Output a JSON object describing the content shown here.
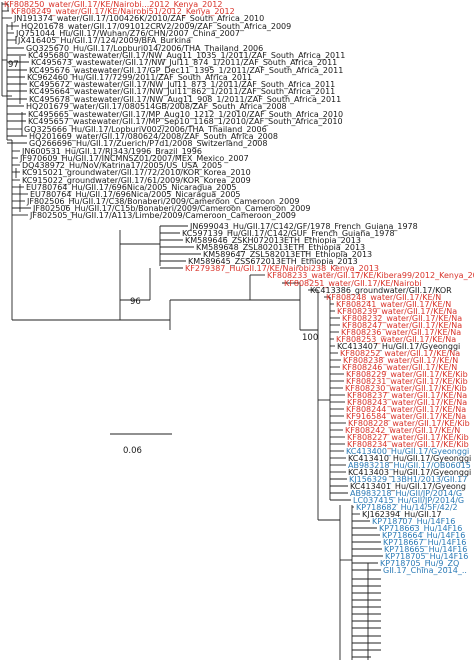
{
  "colors": {
    "black": "#1a1a1a",
    "red": "#d9342b",
    "blue": "#2c7bb6",
    "line": "#222222"
  },
  "bootstrap": [
    "97",
    "96",
    "100"
  ],
  "scale": {
    "label": "0.06"
  },
  "leaves": [
    {
      "label": "KF808250_water/GII.17/KE/Nairobi...2012_Kenya_2012",
      "color": "red"
    },
    {
      "label": "KF808249_water/GII.17/KE/Nairobi51/2012_Kenya_2012",
      "color": "red"
    },
    {
      "label": "JN191374_water/GII.17/100426K/2010/ZAF_South_Africa_2010",
      "color": "black"
    },
    {
      "label": "HQ201678_water/GII.17/091012CRV2/2009/ZAF_South_Africa_2009",
      "color": "black"
    },
    {
      "label": "JQ751044_Hu/GII.17/Wuhan/Z76/CHN/2007_China_2007",
      "color": "black"
    },
    {
      "label": "JX416405_Hu/GII.17/124/2009/BFA_Burkina",
      "color": "black"
    },
    {
      "label": "GQ325670_Hu/GII.17/Lopburi014/2006/THA_Thailand_2006",
      "color": "black"
    },
    {
      "label": "KC495680_wastewater/GII.17/NW_Aug11_1035_1/2011/ZAF_South_Africa_2011",
      "color": "black"
    },
    {
      "label": "KC495673_wastewater/GII.17/NW_Jul11_874_1/2011/ZAF_South_Africa_2011",
      "color": "black"
    },
    {
      "label": "KC495676_wastewater/GII.17/GP_Dec11_1395_1/2011/ZAF_South_Africa_2011",
      "color": "black"
    },
    {
      "label": "KC962460_Hu/GII.17/7299/2011/ZAF_South_Africa_2011",
      "color": "black"
    },
    {
      "label": "KC495672_wastewater/GII.17/NW_Jul11_873_1/2011/ZAF_South_Africa_2011",
      "color": "black"
    },
    {
      "label": "KC495664_wastewater/GII.17/NW_Jul11_862_1/2011/ZAF_South_Africa_2011",
      "color": "black"
    },
    {
      "label": "KC495678_wastewater/GII.17/NW_Aug11_908_1/2011/ZAF_South_Africa_2011",
      "color": "black"
    },
    {
      "label": "HQ201679_water/GII.17/080514GB/2008/ZAF_South_Africa_2008",
      "color": "black"
    },
    {
      "label": "KC495665_wastewater/GII.17/MP_Aug10_1212_1/2010/ZAF_South_Africa_2010",
      "color": "black"
    },
    {
      "label": "KC495657_wastewater/GII.17/MP_Sep10_1168_1/2010/ZAF_South_Africa_2010",
      "color": "black"
    },
    {
      "label": "GQ325666_Hu/GII.17/LopburiV002/2006/THA_Thailand_2006",
      "color": "black"
    },
    {
      "label": "HQ201669_water/GII.17/080624/2008/ZAF_South_Africa_2008",
      "color": "black"
    },
    {
      "label": "GQ266696_Hu/GII.17/Zuerich/P7d1/2008_Switzerland_2008",
      "color": "black"
    },
    {
      "label": "JN600531_Hu/GII.17/RJ343/1996_Brazil_1996",
      "color": "black"
    },
    {
      "label": "JF970609_Hu/GII.17/INCMNSZ01/2007/MEX_Mexico_2007",
      "color": "black"
    },
    {
      "label": "DQ438972_Hu/NoV/Katrina17/2005/US_USA_2005",
      "color": "black"
    },
    {
      "label": "KC915021_groundwater/GII.17/72/2010/KOR_Korea_2010",
      "color": "black"
    },
    {
      "label": "KC915022_groundwater/GII.17/61/2009/KOR_Korea_2009",
      "color": "black"
    },
    {
      "label": "EU780764_Hu/GII.17/696Nica/2005_Nicaragua_2005",
      "color": "black"
    },
    {
      "label": "EU780764_Hu/GII.17/696Nica/2005_Nicaragua_2005",
      "color": "black"
    },
    {
      "label": "JF802506_Hu/GII.17/C38/Bonaberi/2009/Cameroon_Cameroon_2009",
      "color": "black"
    },
    {
      "label": "JF802506_Hu/GII.17/C15b/Bonaberi/2009/Cameroon_Cameroon_2009",
      "color": "black"
    },
    {
      "label": "JF802505_Hu/GII.17/A113/Limbe/2009/Cameroon_Cameroon_2009",
      "color": "black"
    },
    {
      "label": "JN699043_Hu/GII.17/C142/GF/1978_French_Guiana_1978",
      "color": "black"
    },
    {
      "label": "KC597139_Hu/GII.17/C142/GUF_French_Guiana_1978",
      "color": "black"
    },
    {
      "label": "KM589646_ZSKH072013ETH_Ethiopia_2013",
      "color": "black"
    },
    {
      "label": "KM589648_ZSL802013ETH_Ethiopia_2013",
      "color": "black"
    },
    {
      "label": "KM589647_ZSL582013ETH_Ethiopia_2013",
      "color": "black"
    },
    {
      "label": "KM589645_ZSS672013ETH_Ethiopia_2013",
      "color": "black"
    },
    {
      "label": "KF279387_Hu/GII.17/KE/Nairobi238_Kenya_2013",
      "color": "red"
    },
    {
      "label": "KF808233_water/GII.17/KE/Kibera99/2012_Kenya_2012",
      "color": "red"
    },
    {
      "label": "KF808251_water/GII.17/KE/Nairobi",
      "color": "red"
    },
    {
      "label": "KC413386_groundwater/GII.17/KOR",
      "color": "black"
    },
    {
      "label": "KF808248_water/GII.17/KE/N",
      "color": "red"
    },
    {
      "label": "KF808241_water/GII.17/KE/N",
      "color": "red"
    },
    {
      "label": "KF808239_water/GII.17/KE/Na",
      "color": "red"
    },
    {
      "label": "KF808232_water/GII.17/KE/Na",
      "color": "red"
    },
    {
      "label": "KF808247_water/GII.17/KE/Na",
      "color": "red"
    },
    {
      "label": "KF808236_water/GII.17/KE/Na",
      "color": "red"
    },
    {
      "label": "KF808253_water/GII.17/KE/Na",
      "color": "red"
    },
    {
      "label": "KC413407_Hu/GII.17/Gyeonggi",
      "color": "black"
    },
    {
      "label": "KF808252_water/GII.17/KE/Na",
      "color": "red"
    },
    {
      "label": "KF808238_water/GII.17/KE/N",
      "color": "red"
    },
    {
      "label": "KF808246_water/GII.17/KE/N",
      "color": "red"
    },
    {
      "label": "KF808229_water/GII.17/KE/Kib",
      "color": "red"
    },
    {
      "label": "KF808231_water/GII.17/KE/Kib",
      "color": "red"
    },
    {
      "label": "KF808230_water/GII.17/KE/Kib",
      "color": "red"
    },
    {
      "label": "KF808237_water/GII.17/KE/Na",
      "color": "red"
    },
    {
      "label": "KF808243_water/GII.17/KE/Na",
      "color": "red"
    },
    {
      "label": "KF808244_water/GII.17/KE/Na",
      "color": "red"
    },
    {
      "label": "KF916584_water/GII.17/KE/Na",
      "color": "red"
    },
    {
      "label": "KF808228_water/GII.17/KE/Kib",
      "color": "red"
    },
    {
      "label": "KF808242_water/GII.17/KE/N",
      "color": "red"
    },
    {
      "label": "KF808227_water/GII.17/KE/Kib",
      "color": "red"
    },
    {
      "label": "KF808234_water/GII.17/KE/Kib",
      "color": "red"
    },
    {
      "label": "KC413400_Hu/GII.17/Gyeonggi",
      "color": "blue"
    },
    {
      "label": "KC413410_Hu/GII.17/Gyeonggi",
      "color": "black"
    },
    {
      "label": "AB983218_Hu/GII.17/OB06015",
      "color": "blue"
    },
    {
      "label": "KC413403_Hu/GII.17/Gyeonggi",
      "color": "black"
    },
    {
      "label": "KJ156329_13BH1/2013/GII.17",
      "color": "blue"
    },
    {
      "label": "KC413401_Hu/GII.17/Gyeong",
      "color": "black"
    },
    {
      "label": "AB983218_Hu/GII/JP/2014/G",
      "color": "blue"
    },
    {
      "label": "LC037415_Hu/GII/JP/2014/G",
      "color": "blue"
    },
    {
      "label": "KP718682_Hu/14/5F/42/2",
      "color": "blue"
    },
    {
      "label": "KJ162394_Hu/GII.17",
      "color": "black"
    },
    {
      "label": "KP718707_Hu/14F16",
      "color": "blue"
    },
    {
      "label": "KP718663_Hu/14F16",
      "color": "blue"
    },
    {
      "label": "KP718664_Hu/14F16",
      "color": "blue"
    },
    {
      "label": "KP718667_Hu/14F16",
      "color": "blue"
    },
    {
      "label": "KP718665_Hu/14F16",
      "color": "blue"
    },
    {
      "label": "KP718705_Hu/14F16",
      "color": "blue"
    },
    {
      "label": "KP718705_Hu/9_ZQ",
      "color": "blue"
    },
    {
      "label": "GII.17_China_2014_..",
      "color": "blue"
    }
  ]
}
